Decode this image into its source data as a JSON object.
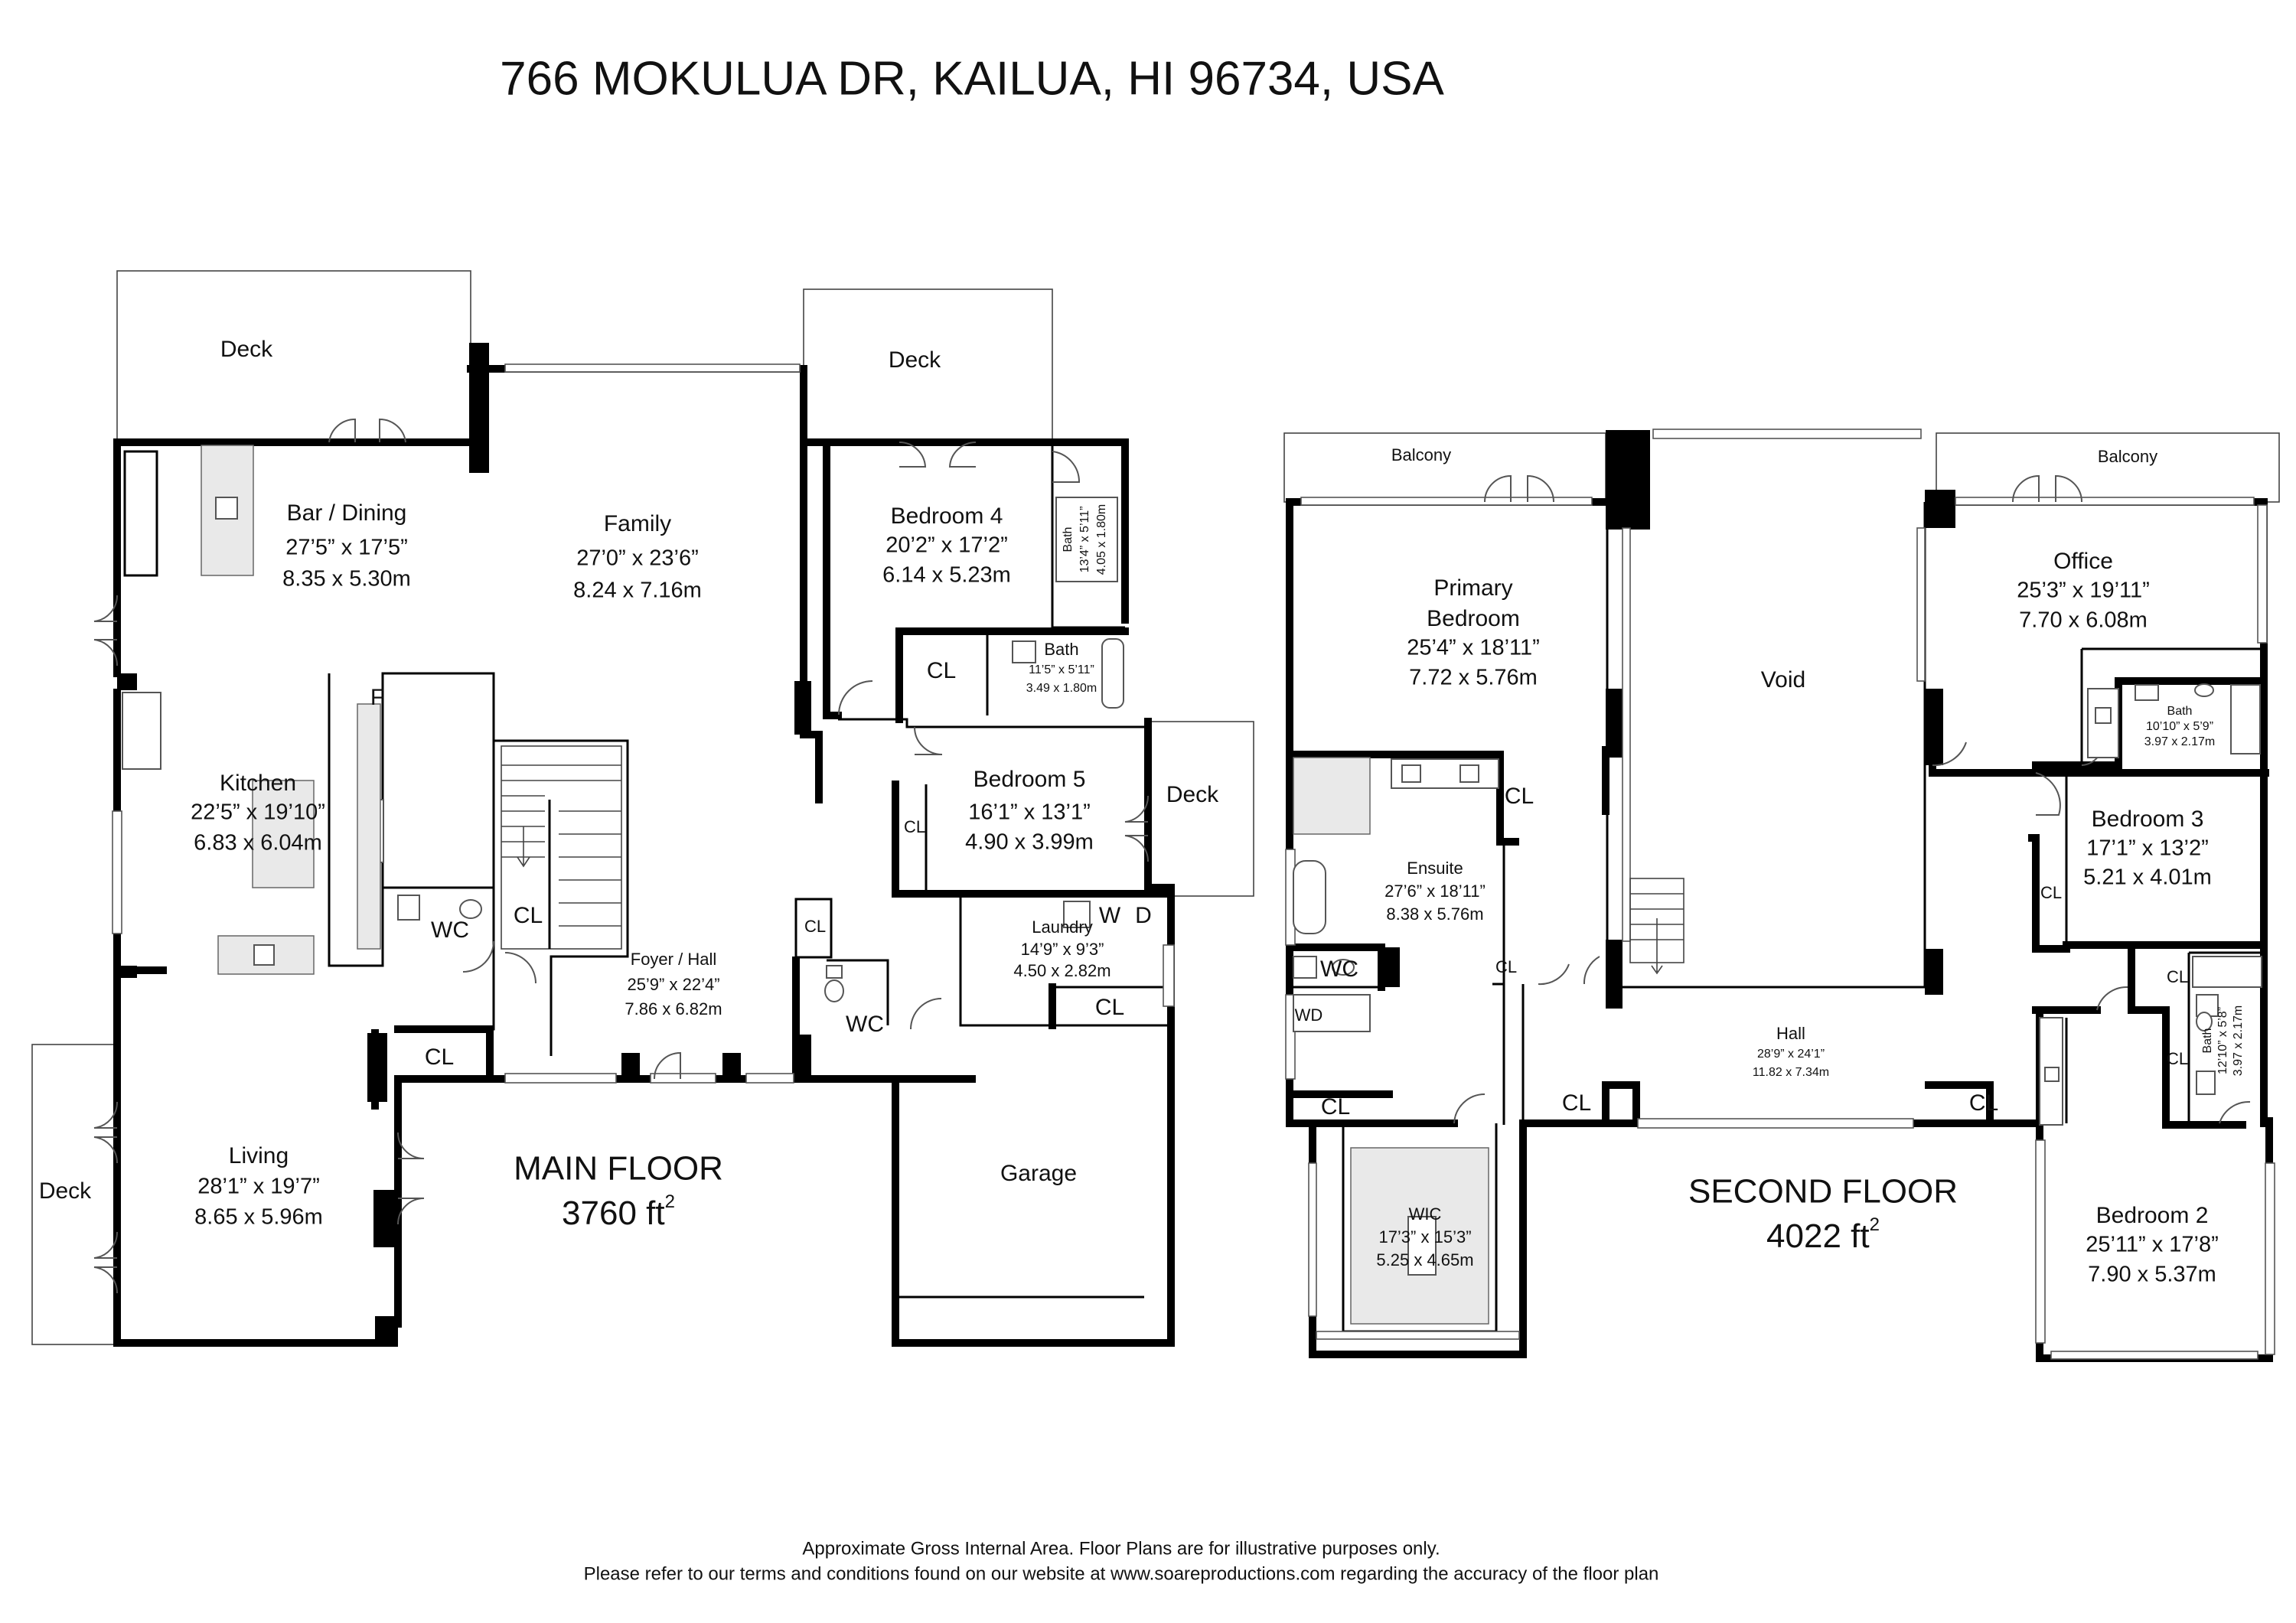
{
  "header": {
    "address": "766 MOKULUA DR, KAILUA, HI 96734, USA"
  },
  "main_floor": {
    "title": "MAIN FLOOR",
    "area_value": "3760 ft",
    "area_unit_sup": "2",
    "rooms": {
      "deck_nw": {
        "name": "Deck"
      },
      "deck_bedroom4": {
        "name": "Deck"
      },
      "deck_bedroom5": {
        "name": "Deck"
      },
      "deck_living": {
        "name": "Deck"
      },
      "bar_dining": {
        "name": "Bar / Dining",
        "imperial": "27’5” x 17’5”",
        "metric": "8.35 x 5.30m"
      },
      "family": {
        "name": "Family",
        "imperial": "27’0” x 23’6”",
        "metric": "8.24 x 7.16m"
      },
      "bedroom4": {
        "name": "Bedroom 4",
        "imperial": "20’2” x 17’2”",
        "metric": "6.14 x 5.23m"
      },
      "bath_bedroom4": {
        "name": "Bath",
        "imperial": "13’4” x 5’11”",
        "metric": "4.05 x 1.80m"
      },
      "bath_hall": {
        "name": "Bath",
        "imperial": "11’5” x 5’11”",
        "metric": "3.49 x 1.80m"
      },
      "kitchen": {
        "name": "Kitchen",
        "imperial": "22’5” x 19’10”",
        "metric": "6.83 x 6.04m"
      },
      "bedroom5": {
        "name": "Bedroom 5",
        "imperial": "16’1” x 13’1”",
        "metric": "4.90 x 3.99m"
      },
      "laundry": {
        "name": "Laundry",
        "imperial": "14’9” x 9’3”",
        "metric": "4.50 x 2.82m"
      },
      "foyer_hall": {
        "name": "Foyer / Hall",
        "imperial": "25’9” x 22’4”",
        "metric": "7.86 x 6.82m"
      },
      "living": {
        "name": "Living",
        "imperial": "28’1” x 19’7”",
        "metric": "8.65 x 5.96m"
      },
      "garage": {
        "name": "Garage"
      }
    },
    "labels": {
      "fridge": "F",
      "wc_kitchen": "WC",
      "wc_foyer": "WC",
      "cl_stair": "CL",
      "cl_bed4": "CL",
      "cl_bed5": "CL",
      "cl_small": "CL",
      "cl_laundry": "CL",
      "cl_living": "CL",
      "washer": "W",
      "dryer": "D"
    }
  },
  "second_floor": {
    "title": "SECOND FLOOR",
    "area_value": "4022 ft",
    "area_unit_sup": "2",
    "rooms": {
      "balcony_left": {
        "name": "Balcony"
      },
      "balcony_right": {
        "name": "Balcony"
      },
      "primary_bedroom": {
        "name_line1": "Primary",
        "name_line2": "Bedroom",
        "imperial": "25’4” x 18’11”",
        "metric": "7.72 x 5.76m"
      },
      "void": {
        "name": "Void"
      },
      "office": {
        "name": "Office",
        "imperial": "25’3” x 19’11”",
        "metric": "7.70 x 6.08m"
      },
      "bath_office": {
        "name": "Bath",
        "imperial": "10’10” x 5’9”",
        "metric": "3.97 x 2.17m"
      },
      "ensuite": {
        "name": "Ensuite",
        "imperial": "27’6” x 18’11”",
        "metric": "8.38 x 5.76m"
      },
      "bedroom3": {
        "name": "Bedroom 3",
        "imperial": "17’1” x 13’2”",
        "metric": "5.21 x 4.01m"
      },
      "bath_bed2": {
        "name": "Bath",
        "imperial": "12’10” x 5’8”",
        "metric": "3.97 x 2.17m"
      },
      "hall": {
        "name": "Hall",
        "imperial": "28’9” x 24’1”",
        "metric": "11.82 x 7.34m"
      },
      "wic": {
        "name": "WIC",
        "imperial": "17’3” x 15’3”",
        "metric": "5.25 x 4.65m"
      },
      "bedroom2": {
        "name": "Bedroom 2",
        "imperial": "25’11” x 17’8”",
        "metric": "7.90 x 5.37m"
      }
    },
    "labels": {
      "wc": "WC",
      "wd": "WD",
      "cl_ensuite": "CL",
      "cl_ensuite_small": "CL",
      "cl_primary": "CL",
      "cl_hall_left": "CL",
      "cl_hall_right": "CL",
      "cl_bed3": "CL",
      "cl_bath_top": "CL",
      "cl_bath_mid": "CL"
    }
  },
  "footer": {
    "line1": "Approximate Gross Internal Area. Floor Plans are for illustrative purposes only.",
    "line2": "Please refer to our terms and conditions found on our website at www.soareproductions.com regarding the accuracy of the floor plan"
  }
}
